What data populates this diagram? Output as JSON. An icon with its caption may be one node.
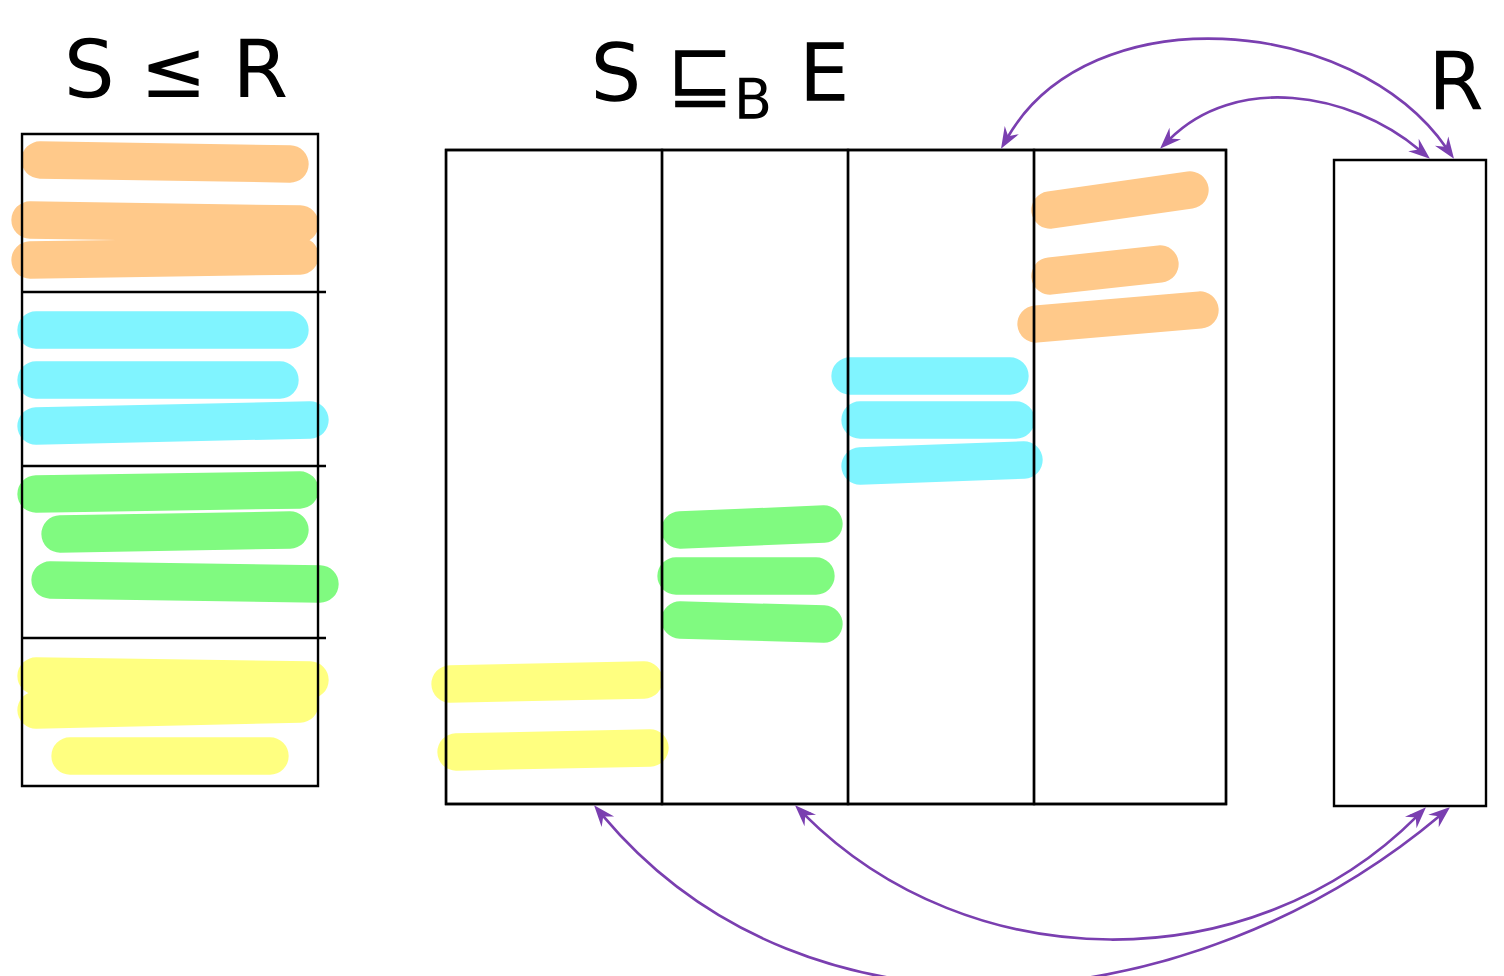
{
  "diagram": {
    "nodes": [
      {
        "text": [
          "S ≤ R"
        ]
      },
      {
        "text": [
          "S ⊑$_{B}$ E"
        ]
      },
      {
        "text": [],
        "shape": "box",
        "in": 1
      },
      {
        "text": [],
        "shape": "box",
        "in": 1
      },
      {
        "text": [],
        "shape": "box",
        "in": 1
      },
      {
        "text": [],
        "shape": "box",
        "in": 1
      },
      {
        "text": [
          "R"
        ]
      }
    ],
    "edges": [
      {
        "from": 6,
        "to": 4,
        "arrow": "both"
      },
      {
        "from": 6,
        "to": 5,
        "arrow": "both"
      },
      {
        "from": 6,
        "to": 2,
        "arrow": "both"
      },
      {
        "from": 6,
        "to": 3,
        "arrow": "both"
      }
    ]
  }
}
